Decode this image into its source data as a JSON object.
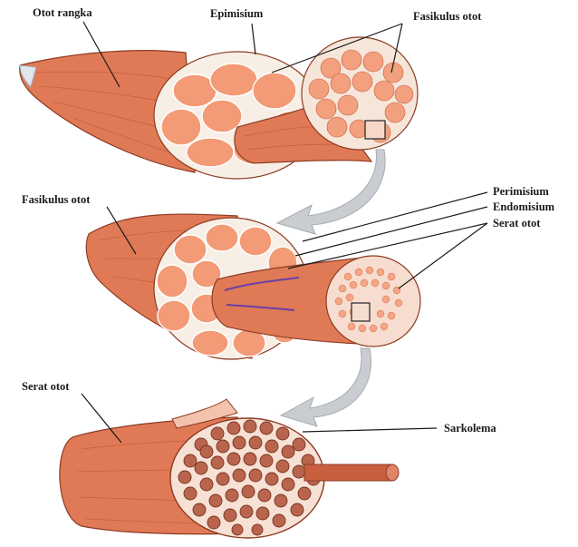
{
  "labels": {
    "otot_rangka": "Otot rangka",
    "epimisium": "Epimisium",
    "fasikulus_top": "Fasikulus otot",
    "fasikulus_mid": "Fasikulus otot",
    "perimisium": "Perimisium",
    "endomisium": "Endomisium",
    "serat_otot_mid": "Serat otot",
    "serat_otot_bottom": "Serat otot",
    "sarkolema": "Sarkolema"
  },
  "colors": {
    "muscle": "#e07a56",
    "connective_tissue": "#f7efe6",
    "myofibril": "#b9654e",
    "arrow": "#c9ccd0",
    "blood_vessel": "#6a3fa8"
  }
}
